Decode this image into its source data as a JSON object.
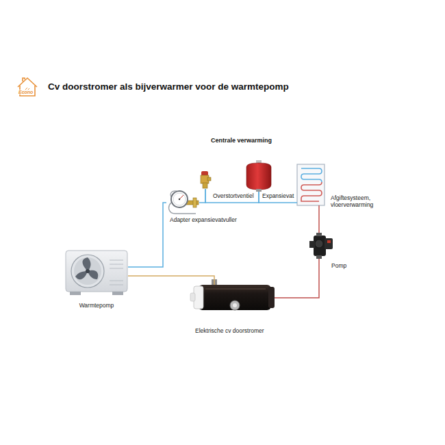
{
  "diagram": {
    "title": "Cv doorstromer als bijverwarmer voor de warmtepomp",
    "nodes": [
      {
        "text": [
          "Adapter expansievatvuller"
        ]
      },
      {
        "text": [
          "Overstortventiel"
        ]
      },
      {
        "text": [
          "Expansievat"
        ]
      },
      {
        "text": [
          "Afgiftesysteem, vloerverwarming"
        ]
      },
      {
        "text": [
          "Pomp"
        ]
      },
      {
        "text": [
          "Warmtepomp"
        ]
      },
      {
        "text": [
          "Elektrische cv doorstromer"
        ]
      }
    ],
    "edges": [
      {
        "from": 5,
        "to": 0,
        "arrow": "none"
      },
      {
        "from": 0,
        "to": 1,
        "arrow": "none"
      },
      {
        "from": 1,
        "to": 2,
        "arrow": "none"
      },
      {
        "from": 2,
        "to": 3,
        "arrow": "none"
      },
      {
        "from": 3,
        "to": 4,
        "arrow": "none"
      },
      {
        "from": 4,
        "to": 6,
        "arrow": "none"
      },
      {
        "from": 6,
        "to": 5,
        "arrow": "none"
      }
    ],
    "labels": [
      "Econo",
      "Centrale verwarming"
    ]
  }
}
